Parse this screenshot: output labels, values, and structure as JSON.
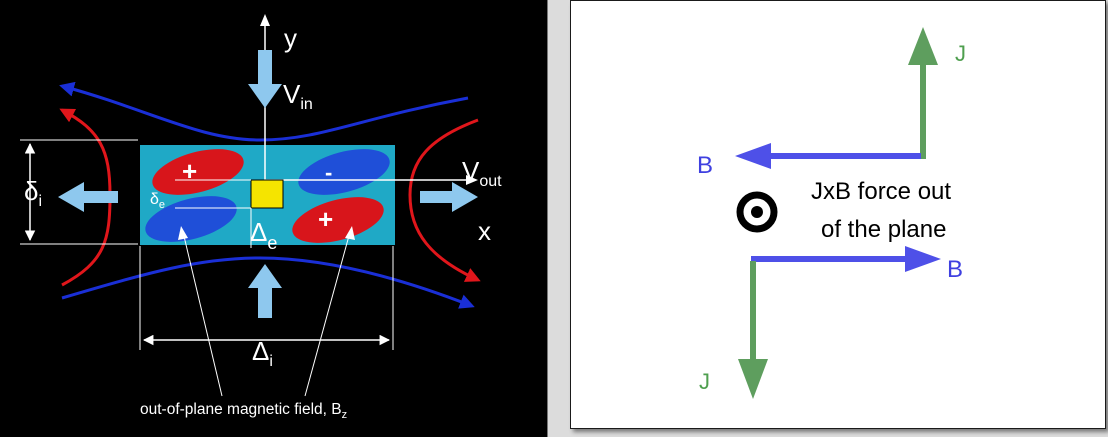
{
  "left": {
    "labels": {
      "y_axis": "y",
      "x_axis": "x",
      "v_in": "V",
      "v_in_sub": "in",
      "v_out": "V",
      "v_out_sub": "out",
      "delta_i": "δ",
      "delta_i_sub": "i",
      "delta_e": "δ",
      "delta_e_sub": "e",
      "Delta_e": "Δ",
      "Delta_e_sub": "e",
      "Delta_i": "Δ",
      "Delta_i_sub": "i",
      "plus_sign": "+",
      "minus_sign": "-",
      "caption": "out-of-plane magnetic field, B",
      "caption_sub": "z"
    },
    "colors": {
      "background": "#000000",
      "region": "#1fa9c6",
      "field_line_blue": "#1a2fd6",
      "field_line_red": "#e0161b",
      "flow_arrow": "#8ec8ee",
      "ellipse_red": "#d8151b",
      "ellipse_blue": "#1f4fd8",
      "center_box": "#f5e400"
    }
  },
  "right": {
    "labels": {
      "j_top": "J",
      "j_bottom": "J",
      "b_left": "B",
      "b_right": "B",
      "force_line1": "JxB force out",
      "force_line2": "of the plane"
    },
    "colors": {
      "j_arrow": "#5e9e5e",
      "b_arrow": "#4e50e8",
      "label_green": "#4f9f4f",
      "label_blue": "#3f40e0",
      "symbol": "#000000"
    }
  }
}
